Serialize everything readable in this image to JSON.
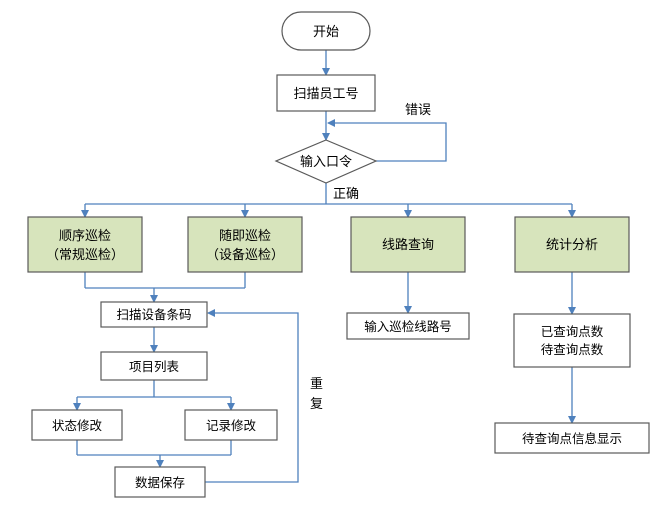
{
  "nodes": {
    "start": "开始",
    "scan_id": "扫描员工号",
    "password": "输入口令",
    "seq_line1": "顺序巡检",
    "seq_line2": "（常规巡检）",
    "rand_line1": "随即巡检",
    "rand_line2": "（设备巡检）",
    "route_query": "线路查询",
    "stats": "统计分析",
    "scan_barcode": "扫描设备条码",
    "item_list": "项目列表",
    "status_edit": "状态修改",
    "record_edit": "记录修改",
    "save_data": "数据保存",
    "input_route": "输入巡检线路号",
    "queried_line1": "已查询点数",
    "queried_line2": "待查询点数",
    "pending_info": "待查询点信息显示"
  },
  "edge_labels": {
    "wrong": "错误",
    "correct": "正确",
    "repeat_1": "重",
    "repeat_2": "复"
  },
  "colors": {
    "stroke": "#595959",
    "line": "#4f81bd",
    "green_fill": "#d7e4bc",
    "white": "#ffffff"
  }
}
